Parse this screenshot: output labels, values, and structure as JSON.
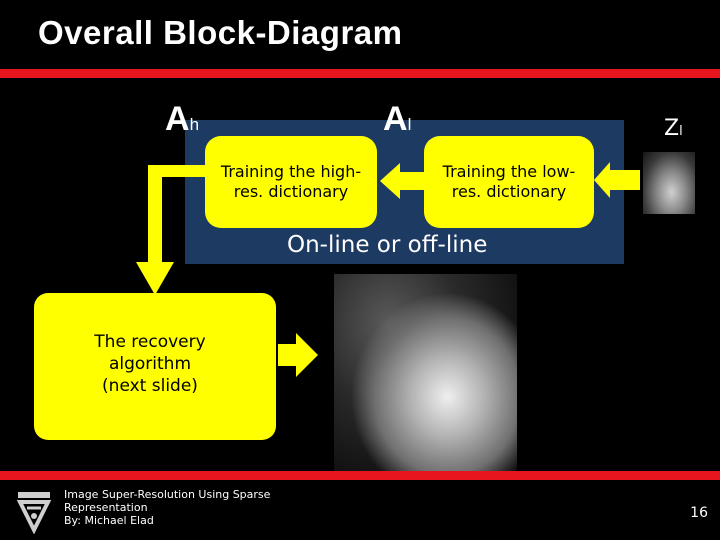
{
  "slide": {
    "title": "Overall Block-Diagram",
    "page_number": "16"
  },
  "symbols": {
    "a_high": "A",
    "a_high_sub": "h",
    "a_low": "A",
    "a_low_sub": "l",
    "z_low": "Z",
    "z_low_sub": "l"
  },
  "blocks": {
    "train_high": [
      "Training the high-",
      "res. dictionary"
    ],
    "train_low": [
      "Training the low-",
      "res. dictionary"
    ],
    "recovery": [
      "The recovery",
      "algorithm",
      "(next slide)"
    ]
  },
  "panel_caption": "On-line or off-line",
  "footer": {
    "line1": "Image Super-Resolution Using Sparse",
    "line2": "Representation",
    "line3": "By: Michael Elad"
  },
  "colors": {
    "accent_red": "#e8141e",
    "block_yellow": "#ffff00",
    "panel_blue": "#1d3a63"
  }
}
